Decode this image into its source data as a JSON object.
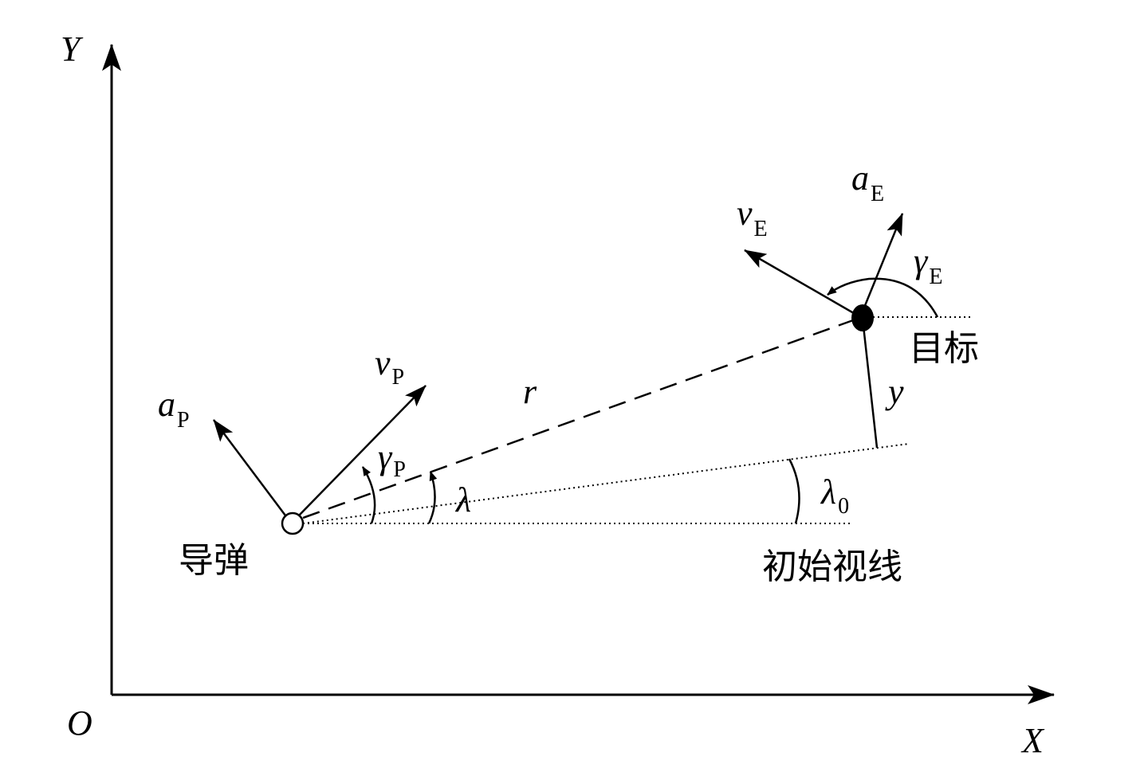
{
  "axes": {
    "x_label": "X",
    "y_label": "Y",
    "origin_label": "O"
  },
  "missile": {
    "name": "导弹",
    "velocity_label": "v",
    "velocity_sub": "P",
    "accel_label": "a",
    "accel_sub": "P",
    "heading_label": "γ",
    "heading_sub": "P"
  },
  "target": {
    "name": "目标",
    "velocity_label": "v",
    "velocity_sub": "E",
    "accel_label": "a",
    "accel_sub": "E",
    "heading_label": "γ",
    "heading_sub": "E"
  },
  "geometry": {
    "range_label": "r",
    "los_angle_label": "λ",
    "initial_los_angle_label": "λ",
    "initial_los_angle_sub": "0",
    "offset_label": "y",
    "initial_los_name": "初始视线"
  }
}
